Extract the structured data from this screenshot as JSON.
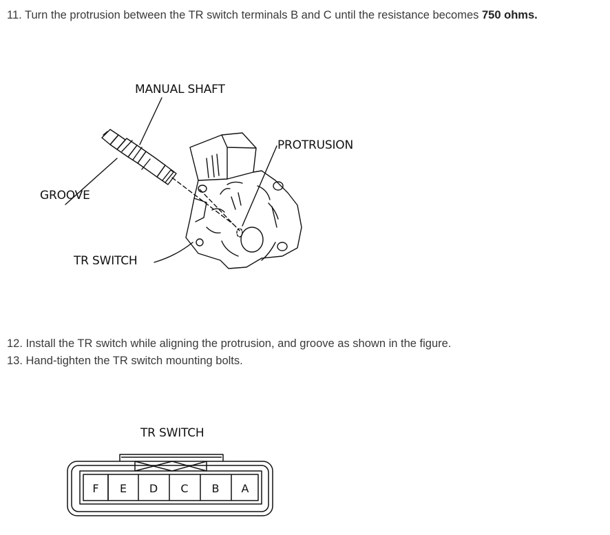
{
  "steps": {
    "s11_prefix": "11. Turn the protrusion between the TR switch terminals B and C until the resistance becomes ",
    "s11_bold": "750 ohms.",
    "s12": "12. Install the TR switch while aligning the protrusion, and groove as shown in the figure.",
    "s13": "13. Hand-tighten the TR switch mounting bolts."
  },
  "figure1": {
    "label_manual_shaft": "MANUAL SHAFT",
    "label_protrusion": "PROTRUSION",
    "label_groove": "GROOVE",
    "label_tr_switch": "TR SWITCH"
  },
  "figure2": {
    "label_tr_switch": "TR SWITCH",
    "terminals": [
      "F",
      "E",
      "D",
      "C",
      "B",
      "A"
    ]
  }
}
